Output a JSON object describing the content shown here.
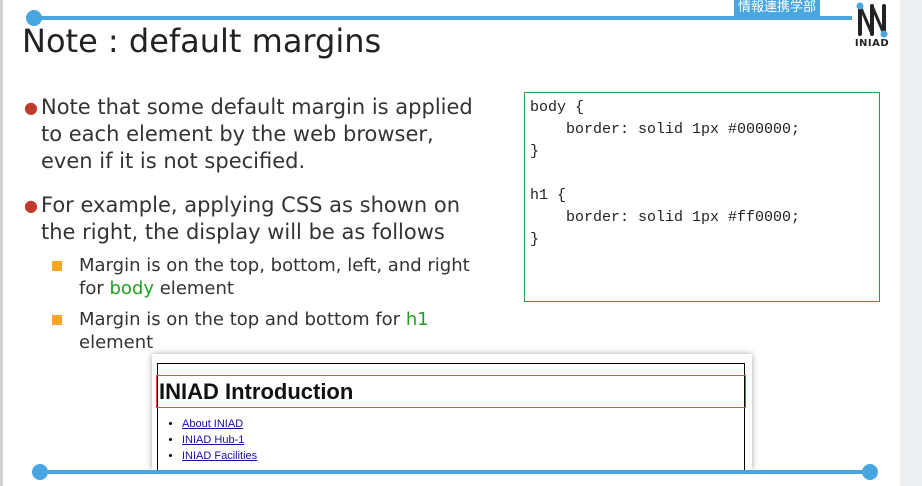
{
  "slide": {
    "department": "情報連携学部",
    "logo_text": "INIAD",
    "title": "Note : default margins"
  },
  "bullets": [
    {
      "lines": [
        "Note that some default margin is applied",
        "to each element by the web browser,",
        "even if it is not specified."
      ]
    },
    {
      "lines": [
        "For example, applying CSS as shown on",
        "the right, the display will be as follows"
      ]
    }
  ],
  "sub_bullets": [
    {
      "line1": "Margin is on the top, bottom, left, and right",
      "line2_pre": "for ",
      "keyword": "body",
      "line2_post": " element"
    },
    {
      "line1_pre": "Margin is on the top and bottom for ",
      "keyword": "h1",
      "line2": "element"
    }
  ],
  "code": {
    "lines": [
      "body {",
      "    border: solid 1px #000000;",
      "}",
      "",
      "h1 {",
      "    border: solid 1px #ff0000;",
      "}"
    ]
  },
  "browser_demo": {
    "heading": "INIAD Introduction",
    "links": [
      "About INIAD",
      "INIAD Hub-1",
      "INIAD Facilities"
    ]
  },
  "colors": {
    "accent_blue": "#4aa6e0",
    "keyword_green": "#22a022",
    "code_border": "#2ea043",
    "bullet_red": "#c0392b",
    "sub_bullet_orange": "#f6a623",
    "h1_border": "#e74c3c"
  }
}
